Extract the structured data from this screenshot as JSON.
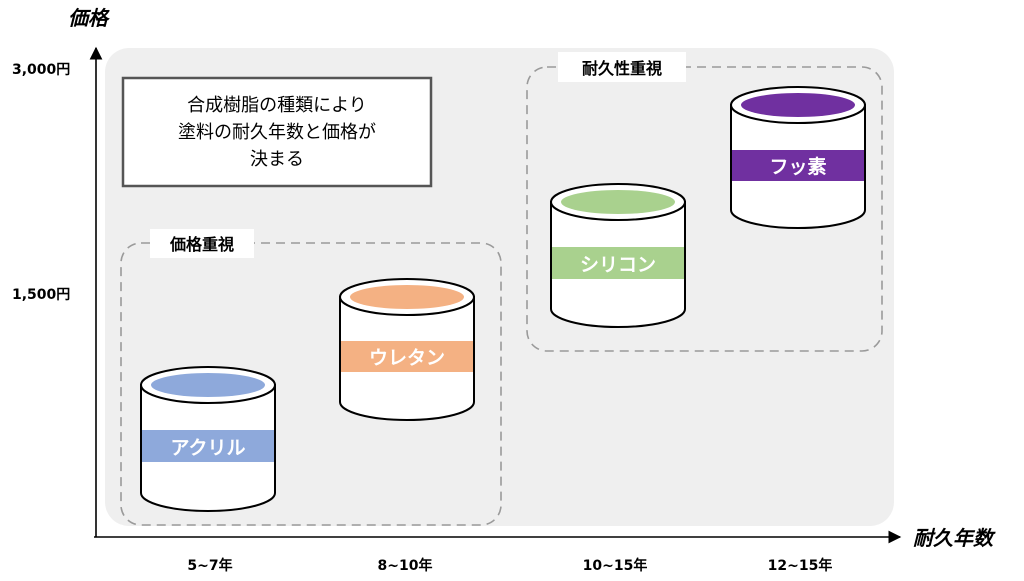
{
  "y_axis": {
    "label": "価格",
    "ticks": [
      {
        "label": "3,000円",
        "value": 3000
      },
      {
        "label": "1,500円",
        "value": 1500
      }
    ]
  },
  "x_axis": {
    "label": "耐久年数",
    "ticks": [
      "5~7年",
      "8~10年",
      "10~15年",
      "12~15年"
    ]
  },
  "note": {
    "lines": [
      "合成樹脂の種類により",
      "塗料の耐久年数と価格が",
      "決まる"
    ]
  },
  "groups": [
    {
      "id": "price",
      "label": "価格重視"
    },
    {
      "id": "durability",
      "label": "耐久性重視"
    }
  ],
  "paints": [
    {
      "name": "アクリル",
      "color": "#8ea9db"
    },
    {
      "name": "ウレタン",
      "color": "#f4b183"
    },
    {
      "name": "シリコン",
      "color": "#a9d18e"
    },
    {
      "name": "フッ素",
      "color": "#7030a0"
    }
  ],
  "colors": {
    "background_panel": "#efefef",
    "axis": "#000000",
    "group_border": "#9a9a9a",
    "note_border": "#555555"
  }
}
